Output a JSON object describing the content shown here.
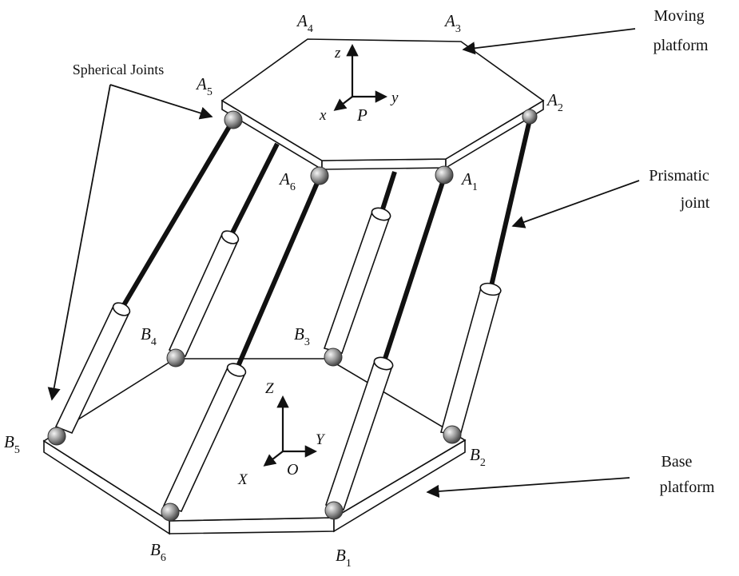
{
  "annotations": {
    "moving_platform": [
      "Moving",
      "platform"
    ],
    "spherical_joints": "Spherical Joints",
    "prismatic_joint": [
      "Prismatic",
      "joint"
    ],
    "base_platform": [
      "Base",
      "platform"
    ]
  },
  "upper_points": [
    {
      "letter": "A",
      "sub": "1"
    },
    {
      "letter": "A",
      "sub": "2"
    },
    {
      "letter": "A",
      "sub": "3"
    },
    {
      "letter": "A",
      "sub": "4"
    },
    {
      "letter": "A",
      "sub": "5"
    },
    {
      "letter": "A",
      "sub": "6"
    }
  ],
  "lower_points": [
    {
      "letter": "B",
      "sub": "1"
    },
    {
      "letter": "B",
      "sub": "2"
    },
    {
      "letter": "B",
      "sub": "3"
    },
    {
      "letter": "B",
      "sub": "4"
    },
    {
      "letter": "B",
      "sub": "5"
    },
    {
      "letter": "B",
      "sub": "6"
    }
  ],
  "moving_frame": {
    "x": "x",
    "y": "y",
    "z": "z",
    "origin": "P"
  },
  "base_frame": {
    "x": "X",
    "y": "Y",
    "z": "Z",
    "origin": "O"
  },
  "colors": {
    "line": "#111111",
    "platform_fill": "#ffffff",
    "joint": "#8a8a8a"
  }
}
